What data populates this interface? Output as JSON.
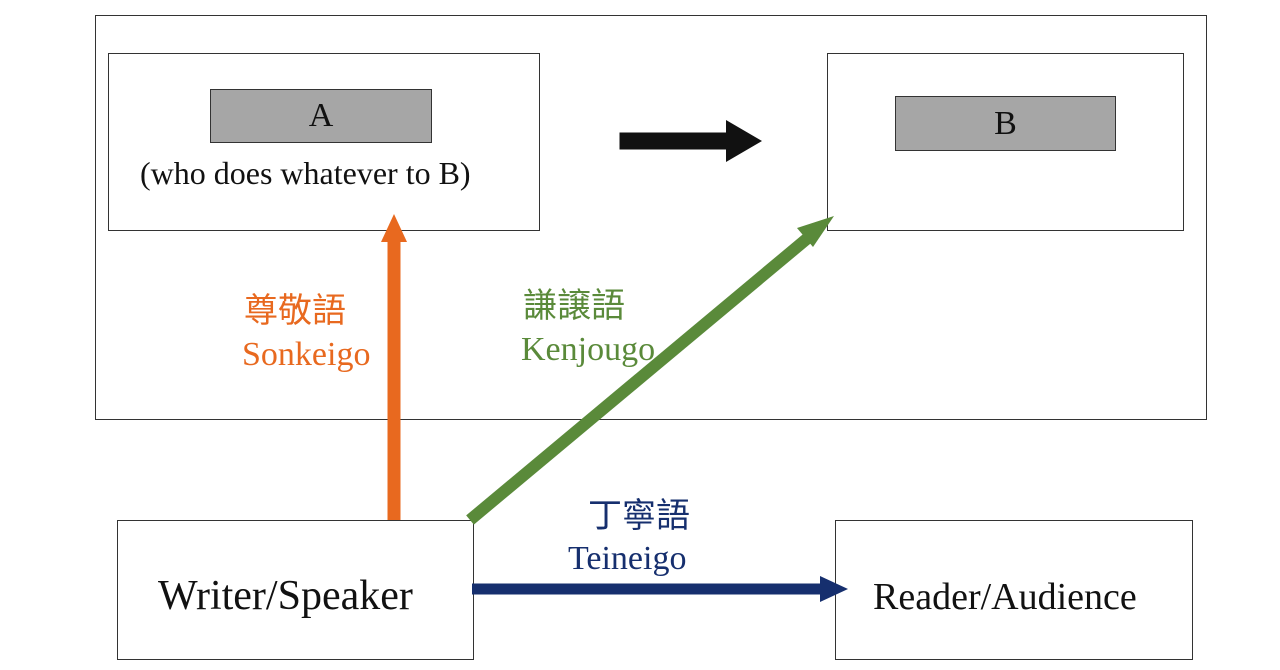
{
  "context_box": {},
  "box_a": {
    "label": "A",
    "caption": "(who does whatever to B)"
  },
  "box_b": {
    "label": "B"
  },
  "writer": {
    "label": "Writer/Speaker"
  },
  "reader": {
    "label": "Reader/Audience"
  },
  "sonkeigo": {
    "kanji": "尊敬語",
    "romaji": "Sonkeigo",
    "color": "#e8691f"
  },
  "kenjougo": {
    "kanji": "謙譲語",
    "romaji": "Kenjougo",
    "color": "#5a8a3a"
  },
  "teineigo": {
    "kanji": "丁寧語",
    "romaji": "Teineigo",
    "color": "#162f6e"
  },
  "action_arrow": {
    "color": "#111111"
  }
}
